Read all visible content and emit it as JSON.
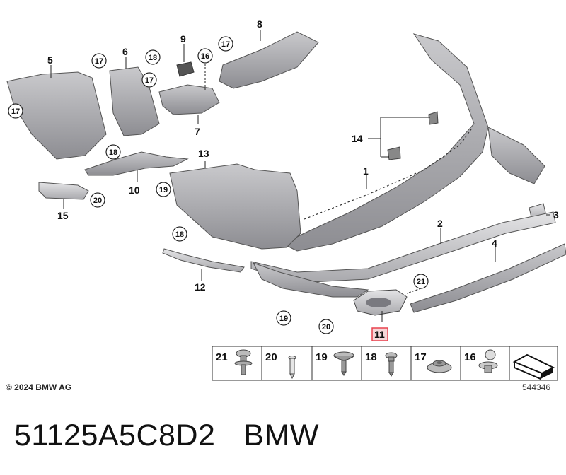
{
  "diagram": {
    "callouts": {
      "p1": "1",
      "p2": "2",
      "p3": "3",
      "p4": "4",
      "p5": "5",
      "p6": "6",
      "p7": "7",
      "p8": "8",
      "p9": "9",
      "p10": "10",
      "p11": "11",
      "p12": "12",
      "p13": "13",
      "p14": "14",
      "p15": "15"
    },
    "circled": {
      "c16": "16",
      "c17a": "17",
      "c17b": "17",
      "c17c": "17",
      "c17d": "17",
      "c18a": "18",
      "c18b": "18",
      "c18c": "18",
      "c19a": "19",
      "c19b": "19",
      "c20a": "20",
      "c20b": "20",
      "c21": "21"
    },
    "highlighted_part": "11",
    "highlight_color": "#e8424f",
    "legend": [
      "21",
      "20",
      "19",
      "18",
      "17",
      "16"
    ]
  },
  "copyright": "© 2024 BMW AG",
  "diagram_id": "544346",
  "part_number": "51125A5C8D2",
  "brand": "BMW"
}
